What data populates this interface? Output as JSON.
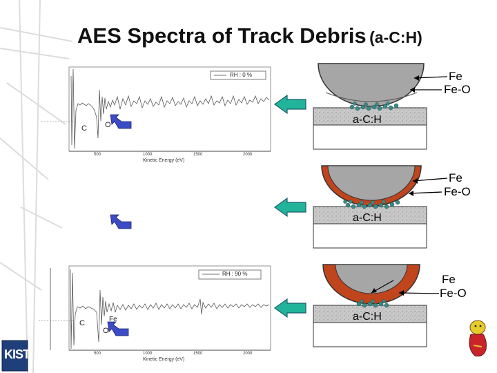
{
  "slide": {
    "title_main": "AES Spectra of Track Debris",
    "title_sub": "(a-C:H)",
    "logo_text": "KIST"
  },
  "spectra": [
    {
      "legend": "RH : 0 %",
      "xlabel": "Kinetic Energy (eV)",
      "xticks": [
        "500",
        "1000",
        "1500",
        "2000"
      ],
      "peaks": [
        "C",
        "O"
      ]
    },
    {
      "legend": "RH : 90 %",
      "xlabel": "Kinetic Energy (eV)",
      "xticks": [
        "500",
        "1000",
        "1500",
        "2000"
      ],
      "peaks": [
        "C",
        "O",
        "Fe"
      ]
    }
  ],
  "schematics": [
    {
      "fe": "Fe",
      "feo": "Fe-O",
      "substrate": "a-C:H"
    },
    {
      "fe": "Fe",
      "feo": "Fe-O",
      "substrate": "a-C:H"
    },
    {
      "fe": "Fe",
      "feo": "Fe-O",
      "substrate": "a-C:H"
    }
  ],
  "colors": {
    "ball": "#a6a6a6",
    "oxide": "#c0441c",
    "debris": "#3a8a86",
    "arrow": "#22b49a",
    "small_arrow": "#3b4cc4",
    "substrate": "#c8c8c8"
  }
}
